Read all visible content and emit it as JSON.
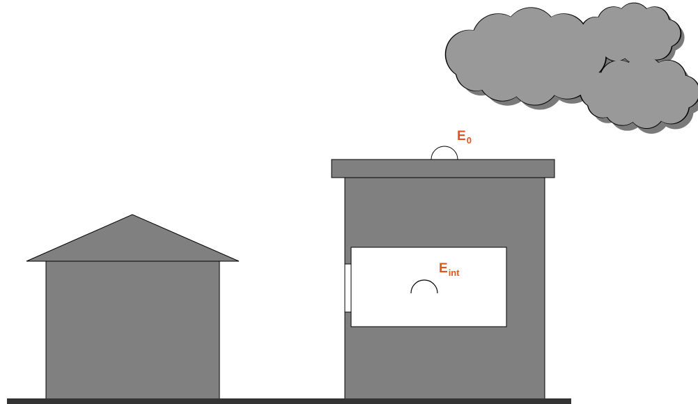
{
  "labels": {
    "outdoor": {
      "main": "E",
      "sub": "0"
    },
    "indoor": {
      "main": "E",
      "sub": "int"
    }
  },
  "colors": {
    "building": "#808080",
    "cloud": "#999999",
    "cloud_shadow": "#7a7a7a",
    "ground": "#333333",
    "window": "#ffffff",
    "label": "#e8501c"
  }
}
